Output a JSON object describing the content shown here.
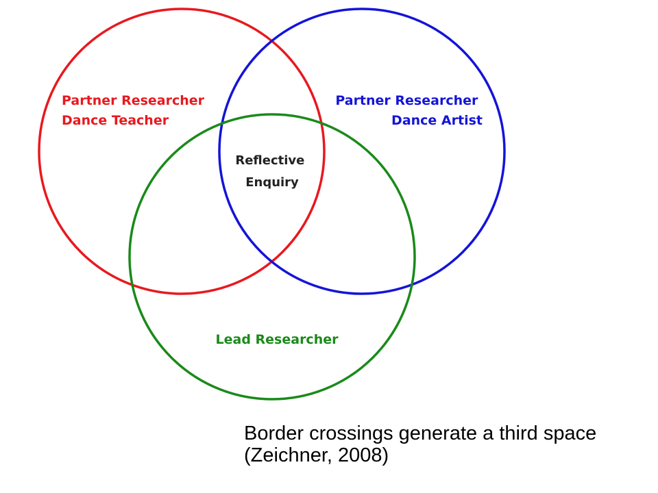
{
  "diagram": {
    "circles": [
      {
        "id": "teacher",
        "color": "#e8191f",
        "label_lines": [
          "Partner Researcher",
          "Dance Teacher"
        ]
      },
      {
        "id": "artist",
        "color": "#1414d8",
        "label_lines": [
          "Partner Researcher",
          "Dance Artist"
        ]
      },
      {
        "id": "lead",
        "color": "#1a8a1a",
        "label_lines": [
          "Lead Researcher"
        ]
      }
    ],
    "center_label_lines": [
      "Reflective",
      "Enquiry"
    ],
    "center_color": "#222222"
  },
  "caption": {
    "line1": "Border crossings generate a third space",
    "line2": "(Zeichner, 2008)"
  }
}
